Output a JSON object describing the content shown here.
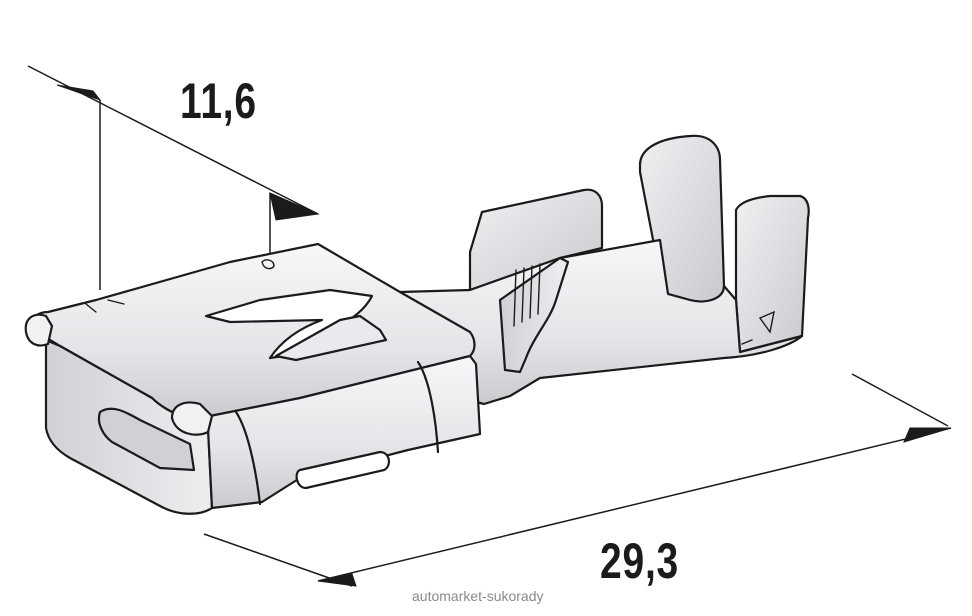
{
  "diagram": {
    "dimensions": {
      "width_value": "11,6",
      "length_value": "29,3"
    },
    "watermark": "automarket-sukorady",
    "colors": {
      "line": "#1b1b1b",
      "metal_light": "#f1f1f3",
      "metal_mid": "#d9dade",
      "metal_dark": "#b8babf",
      "background": "#ffffff"
    },
    "icons": {
      "part": "female-spade-terminal-drawing",
      "arrows": "dimension-arrowheads"
    }
  }
}
